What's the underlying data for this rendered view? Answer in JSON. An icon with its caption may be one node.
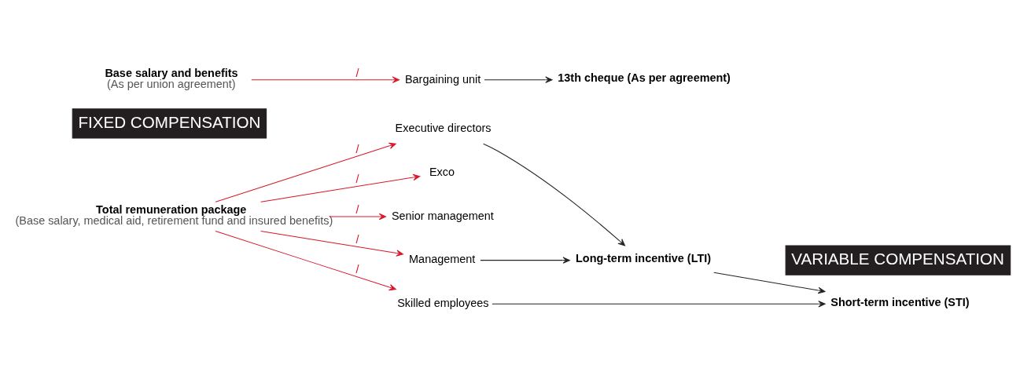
{
  "diagram": {
    "nodes": [
      {
        "text": [
          "FIXED COMPENSATION"
        ]
      },
      {
        "text": [
          "VARIABLE COMPENSATION"
        ]
      },
      {
        "text": [
          "Total remuneration package",
          "(Base salary, medical aid, retirement fund and insured benefits)"
        ]
      },
      {
        "text": [
          "Executive directors"
        ]
      },
      {
        "text": [
          "Exco"
        ]
      },
      {
        "text": [
          "Senior management"
        ]
      },
      {
        "text": [
          "Management"
        ]
      },
      {
        "text": [
          "Skilled employees"
        ]
      },
      {
        "text": [
          "Long-term incentive (LTI)"
        ]
      },
      {
        "text": [
          "Short-term incentive (STI)"
        ]
      },
      {
        "text": [
          "Base salary and benefits",
          "(As per union agreement)"
        ]
      },
      {
        "text": [
          "Bargaining unit"
        ]
      },
      {
        "text": [
          "13th cheque (As per agreement)"
        ]
      }
    ],
    "edges": [
      {
        "from": 2,
        "to": 3,
        "arrow": "to",
        "label": "/",
        "color": "#d7182a"
      },
      {
        "from": 2,
        "to": 4,
        "arrow": "to",
        "label": "/",
        "color": "#d7182a"
      },
      {
        "from": 2,
        "to": 5,
        "arrow": "to",
        "label": "/",
        "color": "#d7182a"
      },
      {
        "from": 2,
        "to": 6,
        "arrow": "to",
        "label": "/",
        "color": "#d7182a"
      },
      {
        "from": 2,
        "to": 7,
        "arrow": "to",
        "label": "/",
        "color": "#d7182a"
      },
      {
        "from": 10,
        "to": 11,
        "arrow": "to",
        "label": "/",
        "color": "#d7182a"
      },
      {
        "from": 3,
        "to": 8,
        "arrow": "to",
        "color": "#222222"
      },
      {
        "from": 6,
        "to": 8,
        "arrow": "to",
        "color": "#222222"
      },
      {
        "from": 8,
        "to": 9,
        "arrow": "to",
        "color": "#222222"
      },
      {
        "from": 7,
        "to": 9,
        "arrow": "to",
        "color": "#222222"
      },
      {
        "from": 11,
        "to": 12,
        "arrow": "to",
        "color": "#222222"
      }
    ]
  }
}
